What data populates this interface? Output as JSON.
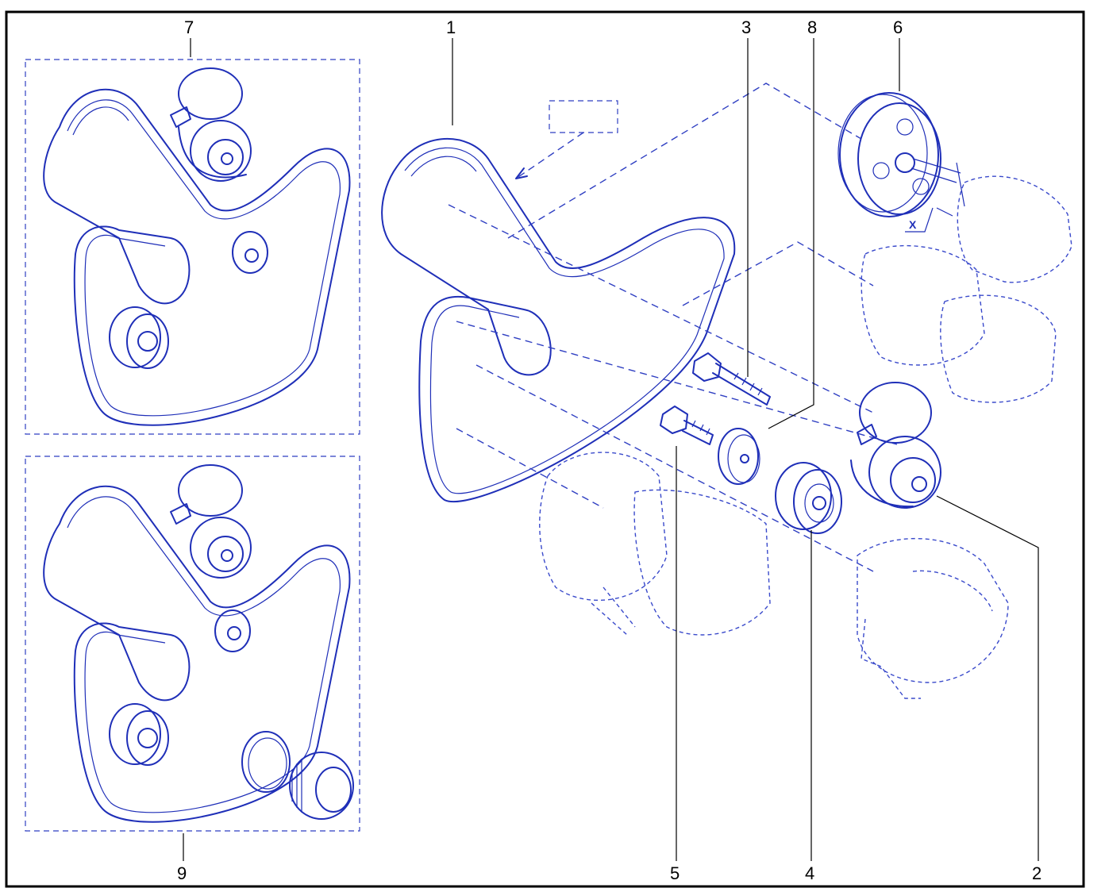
{
  "callouts": {
    "c1": "1",
    "c2": "2",
    "c3": "3",
    "c4": "4",
    "c5": "5",
    "c6": "6",
    "c7": "7",
    "c8": "8",
    "c9": "9"
  },
  "dimension_label": "X",
  "colors": {
    "line": "#1f2fb8",
    "frame": "#000000"
  },
  "icons": {
    "belt": "belt-icon",
    "tensioner": "tensioner-icon",
    "idler": "idler-pulley-icon",
    "crank_pulley": "crankshaft-pulley-icon",
    "bolt": "bolt-icon",
    "washer": "washer-icon"
  }
}
